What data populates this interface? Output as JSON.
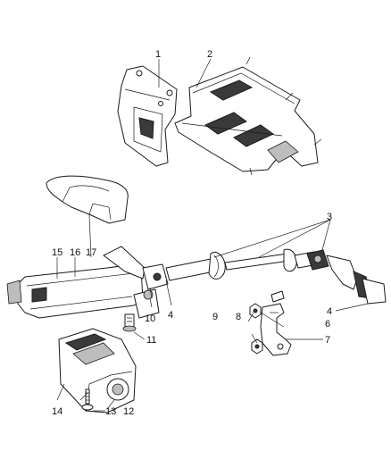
{
  "callouts": [
    {
      "id": "c1",
      "label": "1"
    },
    {
      "id": "c2",
      "label": "2"
    },
    {
      "id": "c3",
      "label": "3"
    },
    {
      "id": "c4a",
      "label": "4"
    },
    {
      "id": "c4b",
      "label": "4"
    },
    {
      "id": "c6",
      "label": "6"
    },
    {
      "id": "c7",
      "label": "7"
    },
    {
      "id": "c8",
      "label": "8"
    },
    {
      "id": "c9",
      "label": "9"
    },
    {
      "id": "c10",
      "label": "10"
    },
    {
      "id": "c11",
      "label": "11"
    },
    {
      "id": "c12",
      "label": "12"
    },
    {
      "id": "c13",
      "label": "13"
    },
    {
      "id": "c14",
      "label": "14"
    },
    {
      "id": "c15",
      "label": "15"
    },
    {
      "id": "c16",
      "label": "16"
    },
    {
      "id": "c17",
      "label": "17"
    }
  ],
  "colors": {
    "line": "#1a1a1a",
    "fill_dark": "#3a3a3a",
    "fill_mid": "#bdbdbd",
    "background": "#ffffff"
  }
}
